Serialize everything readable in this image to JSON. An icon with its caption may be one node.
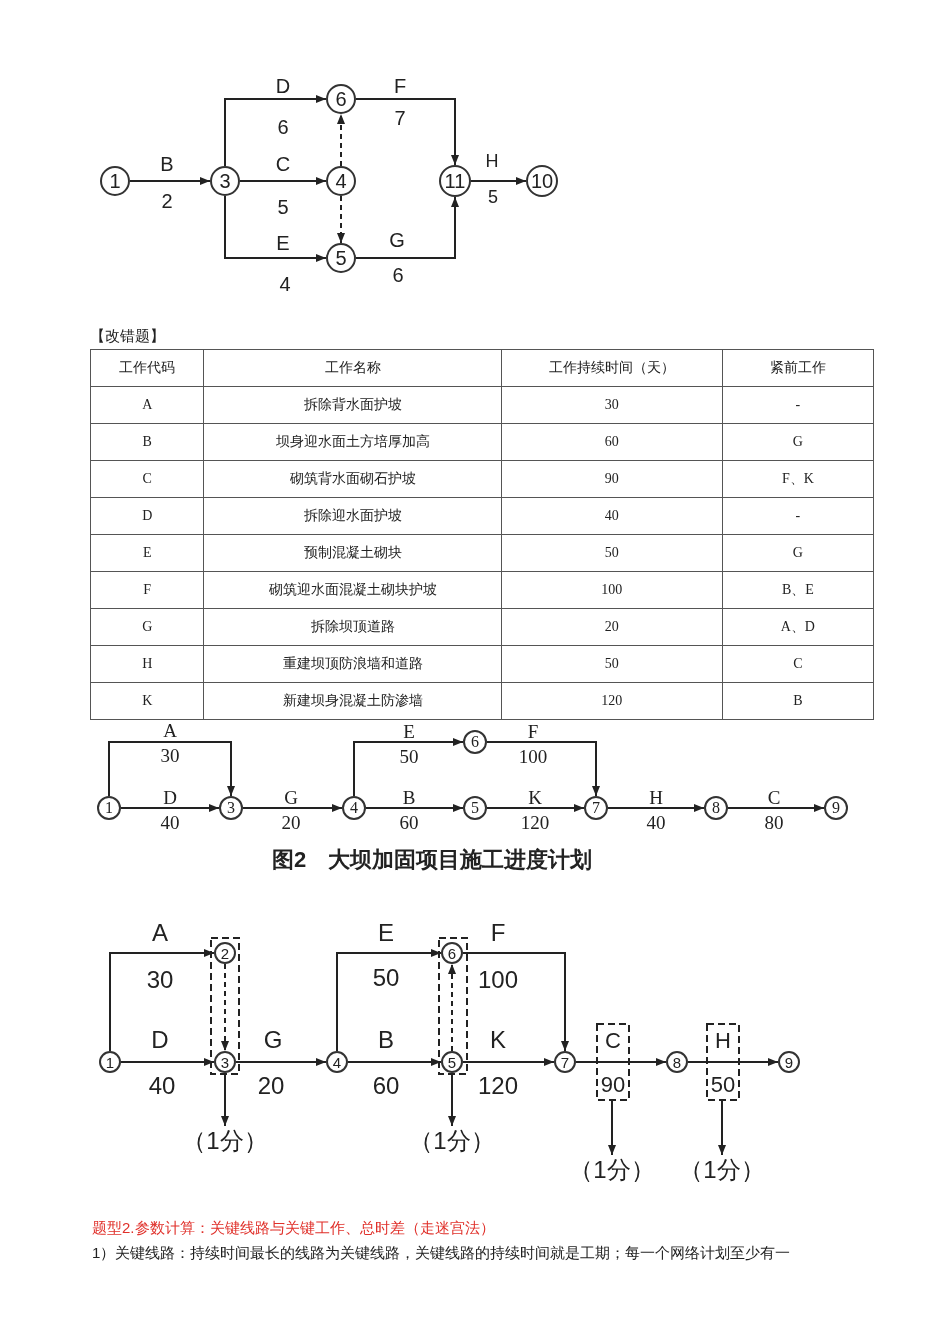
{
  "diagram": {
    "nodes": [
      {
        "text": [
          "1"
        ]
      },
      {
        "text": [
          "3"
        ]
      },
      {
        "text": [
          "6"
        ]
      },
      {
        "text": [
          "4"
        ]
      },
      {
        "text": [
          "5"
        ]
      },
      {
        "text": [
          "11"
        ]
      },
      {
        "text": [
          "10"
        ]
      },
      {
        "text": [
          "1"
        ]
      },
      {
        "text": [
          "3"
        ]
      },
      {
        "text": [
          "4"
        ]
      },
      {
        "text": [
          "6"
        ]
      },
      {
        "text": [
          "5"
        ]
      },
      {
        "text": [
          "7"
        ]
      },
      {
        "text": [
          "8"
        ]
      },
      {
        "text": [
          "9"
        ]
      },
      {
        "text": [
          "1"
        ]
      },
      {
        "text": [
          "2"
        ]
      },
      {
        "text": [
          "3"
        ]
      },
      {
        "text": [
          "4"
        ]
      },
      {
        "text": [
          "6"
        ]
      },
      {
        "text": [
          "5"
        ]
      },
      {
        "text": [
          "7"
        ]
      },
      {
        "text": [
          "8"
        ]
      },
      {
        "text": [
          "9"
        ]
      },
      {
        "text": [
          "（1分）"
        ]
      },
      {
        "text": [
          "（1分）"
        ]
      },
      {
        "text": [
          "（1分）"
        ]
      },
      {
        "text": [
          "（1分）"
        ]
      }
    ],
    "edges": [
      {
        "from": 0,
        "to": 1,
        "arrow": "to",
        "label": "B 2"
      },
      {
        "from": 1,
        "to": 2,
        "arrow": "to",
        "label": "D 6"
      },
      {
        "from": 1,
        "to": 3,
        "arrow": "to",
        "label": "C 5"
      },
      {
        "from": 1,
        "to": 4,
        "arrow": "to",
        "label": "E 4"
      },
      {
        "from": 3,
        "to": 2,
        "arrow": "to",
        "style": "dashed"
      },
      {
        "from": 3,
        "to": 4,
        "arrow": "to",
        "style": "dashed"
      },
      {
        "from": 2,
        "to": 5,
        "arrow": "to",
        "label": "F 7"
      },
      {
        "from": 4,
        "to": 5,
        "arrow": "to",
        "label": "G 6"
      },
      {
        "from": 5,
        "to": 6,
        "arrow": "to",
        "label": "H 5"
      },
      {
        "from": 7,
        "to": 8,
        "arrow": "to",
        "label": "A 30"
      },
      {
        "from": 7,
        "to": 8,
        "arrow": "to",
        "label": "D 40"
      },
      {
        "from": 8,
        "to": 9,
        "arrow": "to",
        "label": "G 20"
      },
      {
        "from": 9,
        "to": 10,
        "arrow": "to",
        "label": "E 50"
      },
      {
        "from": 9,
        "to": 11,
        "arrow": "to",
        "label": "B 60"
      },
      {
        "from": 10,
        "to": 12,
        "arrow": "to",
        "label": "F 100"
      },
      {
        "from": 11,
        "to": 12,
        "arrow": "to",
        "label": "K 120"
      },
      {
        "from": 12,
        "to": 13,
        "arrow": "to",
        "label": "H 40"
      },
      {
        "from": 13,
        "to": 14,
        "arrow": "to",
        "label": "C 80"
      },
      {
        "from": 15,
        "to": 16,
        "arrow": "to",
        "label": "A 30"
      },
      {
        "from": 15,
        "to": 17,
        "arrow": "to",
        "label": "D 40"
      },
      {
        "from": 16,
        "to": 17,
        "arrow": "to",
        "style": "dashed"
      },
      {
        "from": 17,
        "to": 18,
        "arrow": "to",
        "label": "G 20"
      },
      {
        "from": 18,
        "to": 19,
        "arrow": "to",
        "label": "E 50"
      },
      {
        "from": 18,
        "to": 20,
        "arrow": "to",
        "label": "B 60"
      },
      {
        "from": 20,
        "to": 19,
        "arrow": "to",
        "style": "dashed"
      },
      {
        "from": 19,
        "to": 21,
        "arrow": "to",
        "label": "F 100"
      },
      {
        "from": 20,
        "to": 21,
        "arrow": "to",
        "label": "K 120"
      },
      {
        "from": 21,
        "to": 22,
        "arrow": "to",
        "label": "C 90"
      },
      {
        "from": 22,
        "to": 23,
        "arrow": "to",
        "label": "H 50"
      },
      {
        "from": 17,
        "to": 24,
        "arrow": "to"
      },
      {
        "from": 20,
        "to": 25,
        "arrow": "to"
      },
      {
        "from": null,
        "to": 26,
        "arrow": "to"
      },
      {
        "from": null,
        "to": 27,
        "arrow": "to"
      }
    ],
    "labels": [
      "【改错题】",
      "工作代码",
      "工作名称",
      "工作持续时间（天）",
      "紧前工作",
      "A",
      "拆除背水面护坡",
      "30",
      "-",
      "B",
      "坝身迎水面土方培厚加高",
      "60",
      "G",
      "C",
      "砌筑背水面砌石护坡",
      "90",
      "F、K",
      "D",
      "拆除迎水面护坡",
      "40",
      "-",
      "E",
      "预制混凝土砌块",
      "50",
      "G",
      "F",
      "砌筑迎水面混凝土砌块护坡",
      "100",
      "B、E",
      "G",
      "拆除坝顶道路",
      "20",
      "A、D",
      "H",
      "重建坝顶防浪墙和道路",
      "50",
      "C",
      "K",
      "新建坝身混凝土防渗墙",
      "120",
      "B",
      "图2　大坝加固项目施工进度计划",
      "题型2.参数计算：关键线路与关键工作、总时差（走迷宫法）",
      "1）关键线路：持续时间最长的线路为关键线路，关键线路的持续时间就是工期；每一个网络计划至少有一"
    ]
  }
}
